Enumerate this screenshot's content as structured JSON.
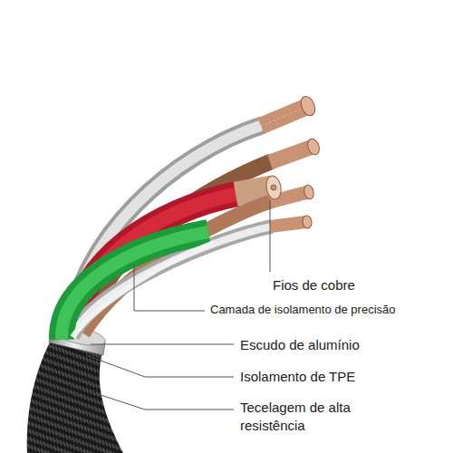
{
  "diagram": {
    "labels": [
      "Fios de cobre",
      "Camada de isolamento de precisão",
      "Escudo de alumínio",
      "Isolamento de TPE",
      "Tecelagem de alta resistência"
    ]
  }
}
